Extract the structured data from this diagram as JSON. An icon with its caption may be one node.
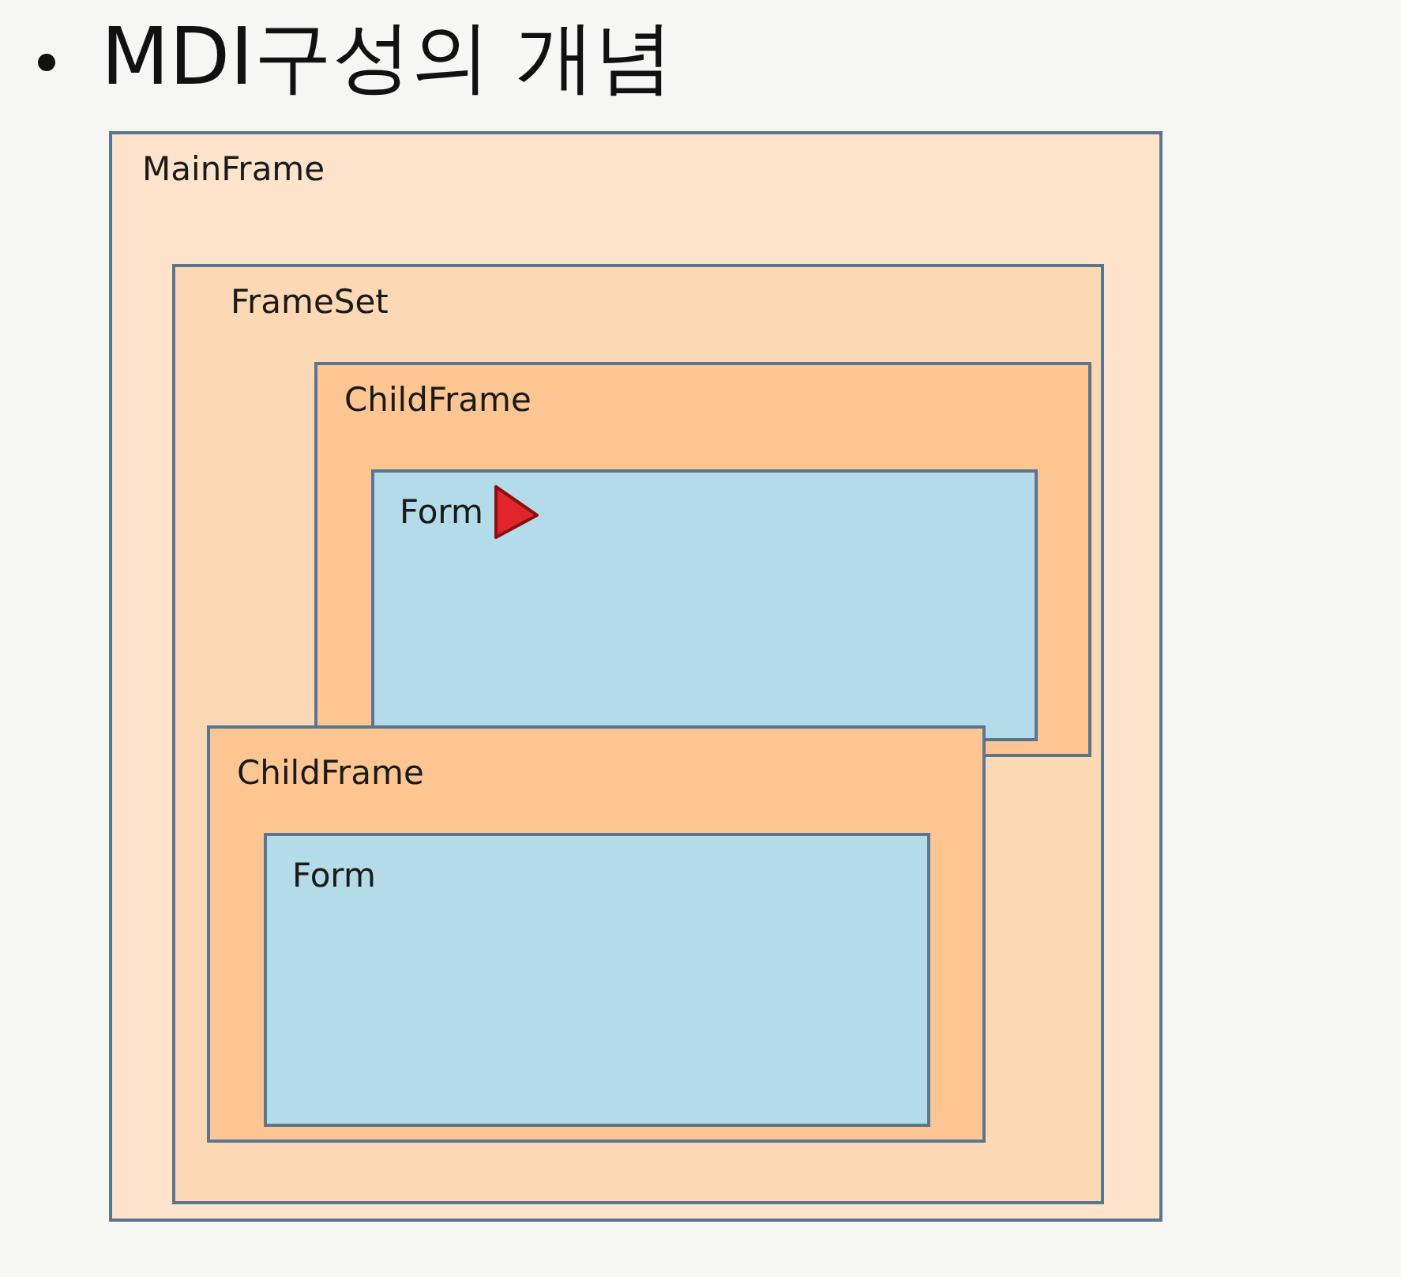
{
  "diagram": {
    "title": "MDI구성의 개념",
    "nodes": [
      {
        "text": [
          "MainFrame"
        ]
      },
      {
        "text": [
          "FrameSet"
        ],
        "in": 0
      },
      {
        "text": [
          "ChildFrame"
        ],
        "in": 1
      },
      {
        "text": [
          "Form"
        ],
        "in": 2
      },
      {
        "text": [
          "ChildFrame"
        ],
        "in": 1
      },
      {
        "text": [
          "Form"
        ],
        "in": 4
      }
    ]
  }
}
